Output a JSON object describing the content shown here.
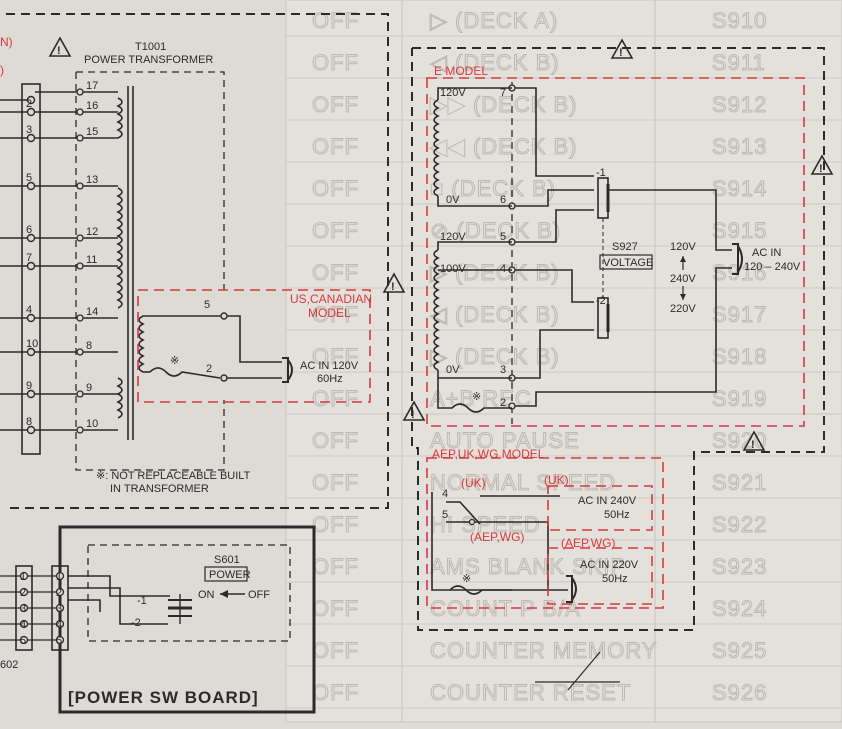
{
  "background_table": {
    "col1": [
      "OFF",
      "OFF",
      "OFF",
      "OFF",
      "OFF",
      "OFF",
      "OFF",
      "OFF",
      "OFF",
      "OFF",
      "OFF",
      "OFF",
      "OFF",
      "OFF",
      "OFF",
      "OFF",
      "OFF"
    ],
    "col2": [
      "▷ (DECK A)",
      "◁ (DECK B)",
      "▶▶ (DECK B)",
      "◀◀ (DECK B)",
      "■ (DECK B)",
      "⊘ (DECK B)",
      "▷ (DECK B)",
      "◁ (DECK B)",
      "▷ (DECK B)",
      "A+B REC",
      "AUTO PAUSE",
      "NORMAL SPEED",
      "HI SPEED",
      "AMS BLANK SKIP",
      "COUNT P B/A",
      "COUNTER MEMORY",
      "COUNTER RESET"
    ],
    "col3": [
      "S910",
      "S911",
      "S912",
      "S913",
      "S914",
      "S915",
      "S916",
      "S917",
      "S918",
      "S919",
      "S920",
      "S921",
      "S922",
      "S923",
      "S924",
      "S925",
      "S926"
    ]
  },
  "left_edge": {
    "frag1": "N)",
    "frag2": ")",
    "connector_bottom": "602"
  },
  "transformer": {
    "ref": "T1001",
    "name": "POWER TRANSFORMER",
    "pins": [
      "17",
      "16",
      "15",
      "13",
      "12",
      "11",
      "14",
      "8",
      "9",
      "10"
    ],
    "note_line1": "※: NOT REPLACEABLE BUILT",
    "note_line2": "IN TRANSFORMER"
  },
  "us_model": {
    "label_line1": "US,CANADIAN",
    "label_line2": "MODEL",
    "pin_a": "5",
    "pin_b": "2",
    "ac_line1": "AC IN 120V",
    "ac_line2": "60Hz"
  },
  "connector_left_pins": [
    "2",
    "3",
    "5",
    "6",
    "7",
    "4",
    "10",
    "9",
    "8"
  ],
  "power_sw": {
    "ref": "S601",
    "name": "POWER",
    "on": "ON",
    "off": "OFF",
    "pos1": "-1",
    "pos2": "-2",
    "board_label": "[POWER SW BOARD]",
    "pins": [
      "1",
      "2",
      "3",
      "4",
      "5"
    ]
  },
  "e_model": {
    "label": "E MODEL",
    "taps": [
      "120V",
      "0V",
      "120V",
      "100V",
      "0V"
    ],
    "pins": [
      "7",
      "6",
      "5",
      "4",
      "3",
      "2"
    ],
    "switch_ref": "S927",
    "switch_name": "VOLTAGE",
    "sw_pos1": "-1",
    "sw_pos2": "-2",
    "v_120": "120V",
    "v_240": "240V",
    "v_220": "220V",
    "ac_line1": "AC IN",
    "ac_line2": "120 – 240V"
  },
  "aep_model": {
    "label": "AEP,UK,WG MODEL",
    "pin_4": "4",
    "pin_5": "5",
    "uk": "(UK)",
    "uk2": "(UK)",
    "aep": "(AEP,WG)",
    "aep2": "(AEP,WG)",
    "ac1_line1": "AC IN 240V",
    "ac1_line2": "50Hz",
    "ac2_line1": "AC IN 220V",
    "ac2_line2": "50Hz"
  }
}
